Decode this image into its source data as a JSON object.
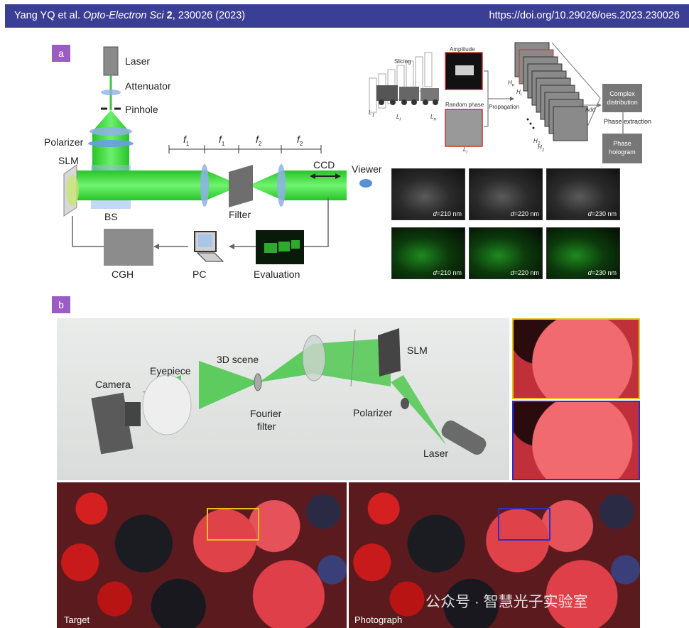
{
  "header": {
    "authors": "Yang YQ et al.",
    "journal": "Opto-Electron Sci",
    "volume": "2",
    "article": ", 230026 (2023)",
    "doi": "https://doi.org/10.29026/oes.2023.230026"
  },
  "panel_a": {
    "badge": "a",
    "labels": {
      "laser": "Laser",
      "attenuator": "Attenuator",
      "pinhole": "Pinhole",
      "polarizer": "Polarizer",
      "slm": "SLM",
      "bs": "BS",
      "filter": "Filter",
      "ccd": "CCD",
      "viewer": "Viewer",
      "cgh": "CGH",
      "pc": "PC",
      "evaluation": "Evaluation",
      "f1": "f",
      "f1_sub": "1",
      "f2": "f",
      "f2_sub": "2"
    },
    "algorithm": {
      "slicing": "Slicing",
      "amplitude": "Amplitude",
      "random_phase": "Random phase",
      "propagation": "Propagation",
      "add": "Add",
      "complex_distribution": "Complex distribution",
      "phase_extraction": "Phase extraction",
      "phase_hologram": "Phase hologram",
      "l1": "L",
      "l1_sub": "1",
      "li": "L",
      "li_sub": "i",
      "ln": "L",
      "ln_sub": "n",
      "li_bottom": "L",
      "li_bottom_sub": "i",
      "hn": "H",
      "hn_sub": "n",
      "hi": "H",
      "hi_sub": "i",
      "h2": "H",
      "h2_sub": "2",
      "h1": "H",
      "h1_sub": "1"
    },
    "results": {
      "gray": [
        "=210 nm",
        "=220 nm",
        "=230 nm"
      ],
      "green": [
        "=210 nm",
        "=220 nm",
        "=230 nm"
      ],
      "d_symbol": "d"
    }
  },
  "panel_b": {
    "badge": "b",
    "labels": {
      "camera": "Camera",
      "eyepiece": "Eyepiece",
      "scene": "3D scene",
      "fourier": "Fourier",
      "filter": "filter",
      "polarizer": "Polarizer",
      "slm": "SLM",
      "laser": "Laser",
      "target": "Target",
      "photograph": "Photograph"
    },
    "colors": {
      "target_box": "#e6c317",
      "photo_box": "#2b2fc8"
    }
  },
  "watermark": "公众号 · 智慧光子实验室"
}
